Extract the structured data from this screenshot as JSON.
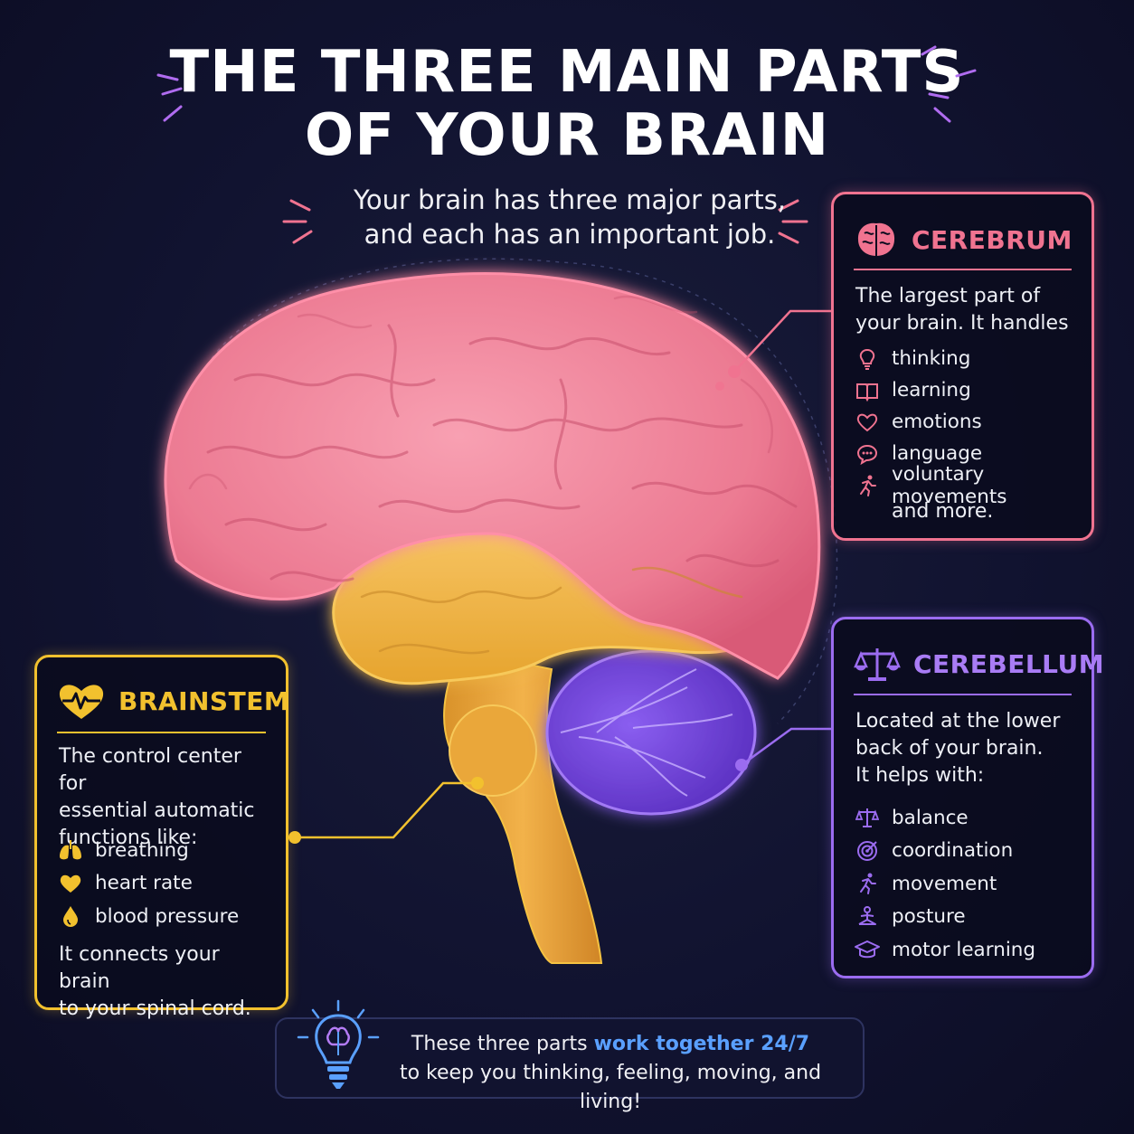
{
  "title": {
    "line1": "THE THREE MAIN PARTS",
    "line2": "OF YOUR BRAIN"
  },
  "subtitle": {
    "line1": "Your brain has three major parts,",
    "line2": "and each has an important job."
  },
  "cerebrum": {
    "title": "CEREBRUM",
    "desc_line1": "The largest part of",
    "desc_line2": "your brain. It handles",
    "items": [
      {
        "label": "thinking",
        "icon": "lightbulb-icon"
      },
      {
        "label": "learning",
        "icon": "book-icon"
      },
      {
        "label": "emotions",
        "icon": "heart-outline-icon"
      },
      {
        "label": "language",
        "icon": "speech-bubble-icon"
      },
      {
        "label": "voluntary movements",
        "icon": "running-person-icon"
      }
    ],
    "more": "and more.",
    "color": "#f07390"
  },
  "cerebellum": {
    "title": "CEREBELLUM",
    "desc_line1": "Located at the lower",
    "desc_line2": "back of your brain.",
    "desc_line3": "It helps with:",
    "items": [
      {
        "label": "balance",
        "icon": "scales-icon"
      },
      {
        "label": "coordination",
        "icon": "target-icon"
      },
      {
        "label": "movement",
        "icon": "running-person-icon"
      },
      {
        "label": "posture",
        "icon": "meditating-person-icon"
      },
      {
        "label": "motor learning",
        "icon": "graduation-cap-icon"
      }
    ],
    "color": "#9b6cf0"
  },
  "brainstem": {
    "title": "BRAINSTEM",
    "desc_line1": "The control center for",
    "desc_line2": "essential automatic",
    "desc_line3": "functions like:",
    "items": [
      {
        "label": "breathing",
        "icon": "lungs-icon"
      },
      {
        "label": "heart rate",
        "icon": "heart-icon"
      },
      {
        "label": "blood pressure",
        "icon": "blood-drop-icon"
      }
    ],
    "note_line1": "It connects your brain",
    "note_line2": "to your spinal cord.",
    "color": "#f2c12e"
  },
  "footer": {
    "pre": "These three parts ",
    "highlight": "work together 24/7",
    "line2": "to keep you thinking, feeling, moving, and living!",
    "icon": "lightbulb-brain-icon",
    "highlight_color": "#5aa0ff"
  }
}
